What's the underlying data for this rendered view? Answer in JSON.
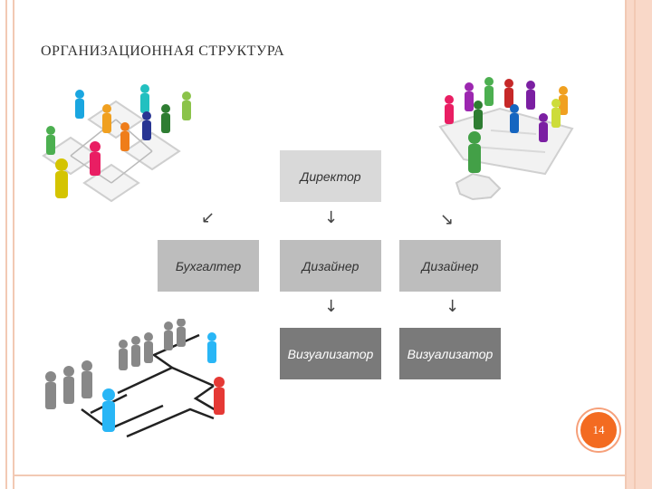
{
  "slide": {
    "title": "ОРГАНИЗАЦИОННАЯ СТРУКТУРА",
    "page_number": "14"
  },
  "org_chart": {
    "director": "Директор",
    "level2": [
      "Бухгалтер",
      "Дизайнер",
      "Дизайнер"
    ],
    "level3": [
      "Визуализатор",
      "Визуализатор"
    ],
    "arrows": {
      "down_left": "↙",
      "down": "↓",
      "down_right": "↘"
    }
  },
  "colors": {
    "accent": "#f36b21",
    "frame": "#f2c9b4",
    "box_light": "#d9d9d9",
    "box_mid": "#bdbdbd",
    "box_dark": "#7a7a7a"
  },
  "illustrations": {
    "top_left": "people-network-grid-icon",
    "top_right": "people-puzzle-icon",
    "bottom_left": "people-bracket-tree-icon"
  }
}
